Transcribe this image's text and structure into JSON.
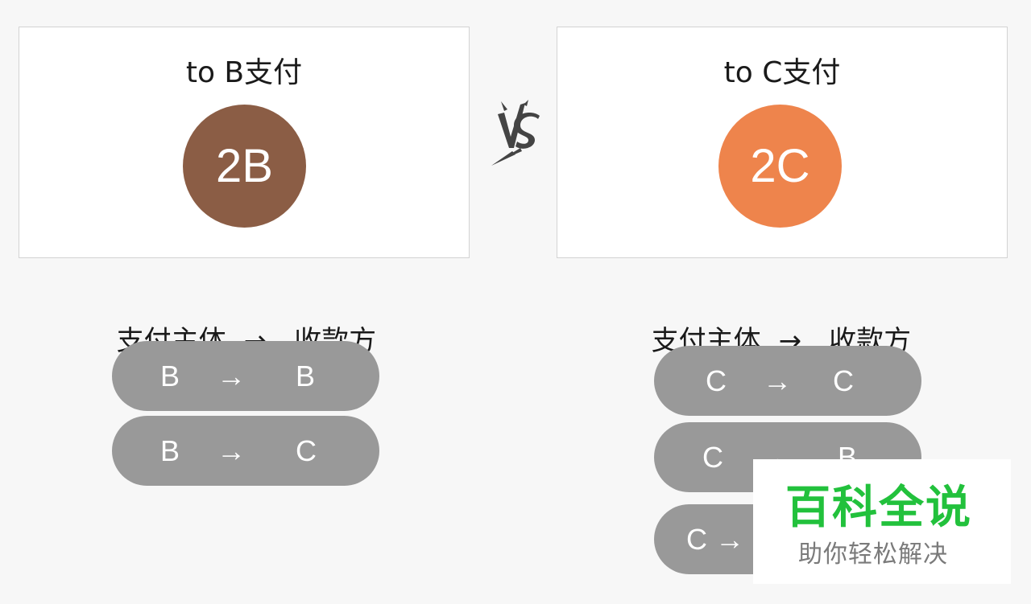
{
  "left_panel": {
    "title": "to B支付",
    "circle_label": "2B",
    "circle_color": "#8b5d45",
    "flow_header": {
      "from": "支付主体",
      "arrow": "→",
      "to": "收款方"
    },
    "rows": [
      {
        "from": "B",
        "arrow": "→",
        "to": "B"
      },
      {
        "from": "B",
        "arrow": "→",
        "to": "C"
      }
    ]
  },
  "vs_label": "VS",
  "right_panel": {
    "title": "to C支付",
    "circle_label": "2C",
    "circle_color": "#ee844c",
    "flow_header": {
      "from": "支付主体",
      "arrow": "→",
      "to": "收款方"
    },
    "rows": [
      {
        "from": "C",
        "arrow": "→",
        "to": "C"
      },
      {
        "from": "C",
        "arrow": "→",
        "to": "B"
      },
      {
        "from": "C",
        "arrow": "→",
        "to": ""
      }
    ]
  },
  "watermark": {
    "title": "百科全说",
    "subtitle": "助你轻松解决",
    "title_color": "#22c13c"
  },
  "colors": {
    "pill": "#999999",
    "background": "#f7f7f7",
    "card": "#ffffff"
  }
}
